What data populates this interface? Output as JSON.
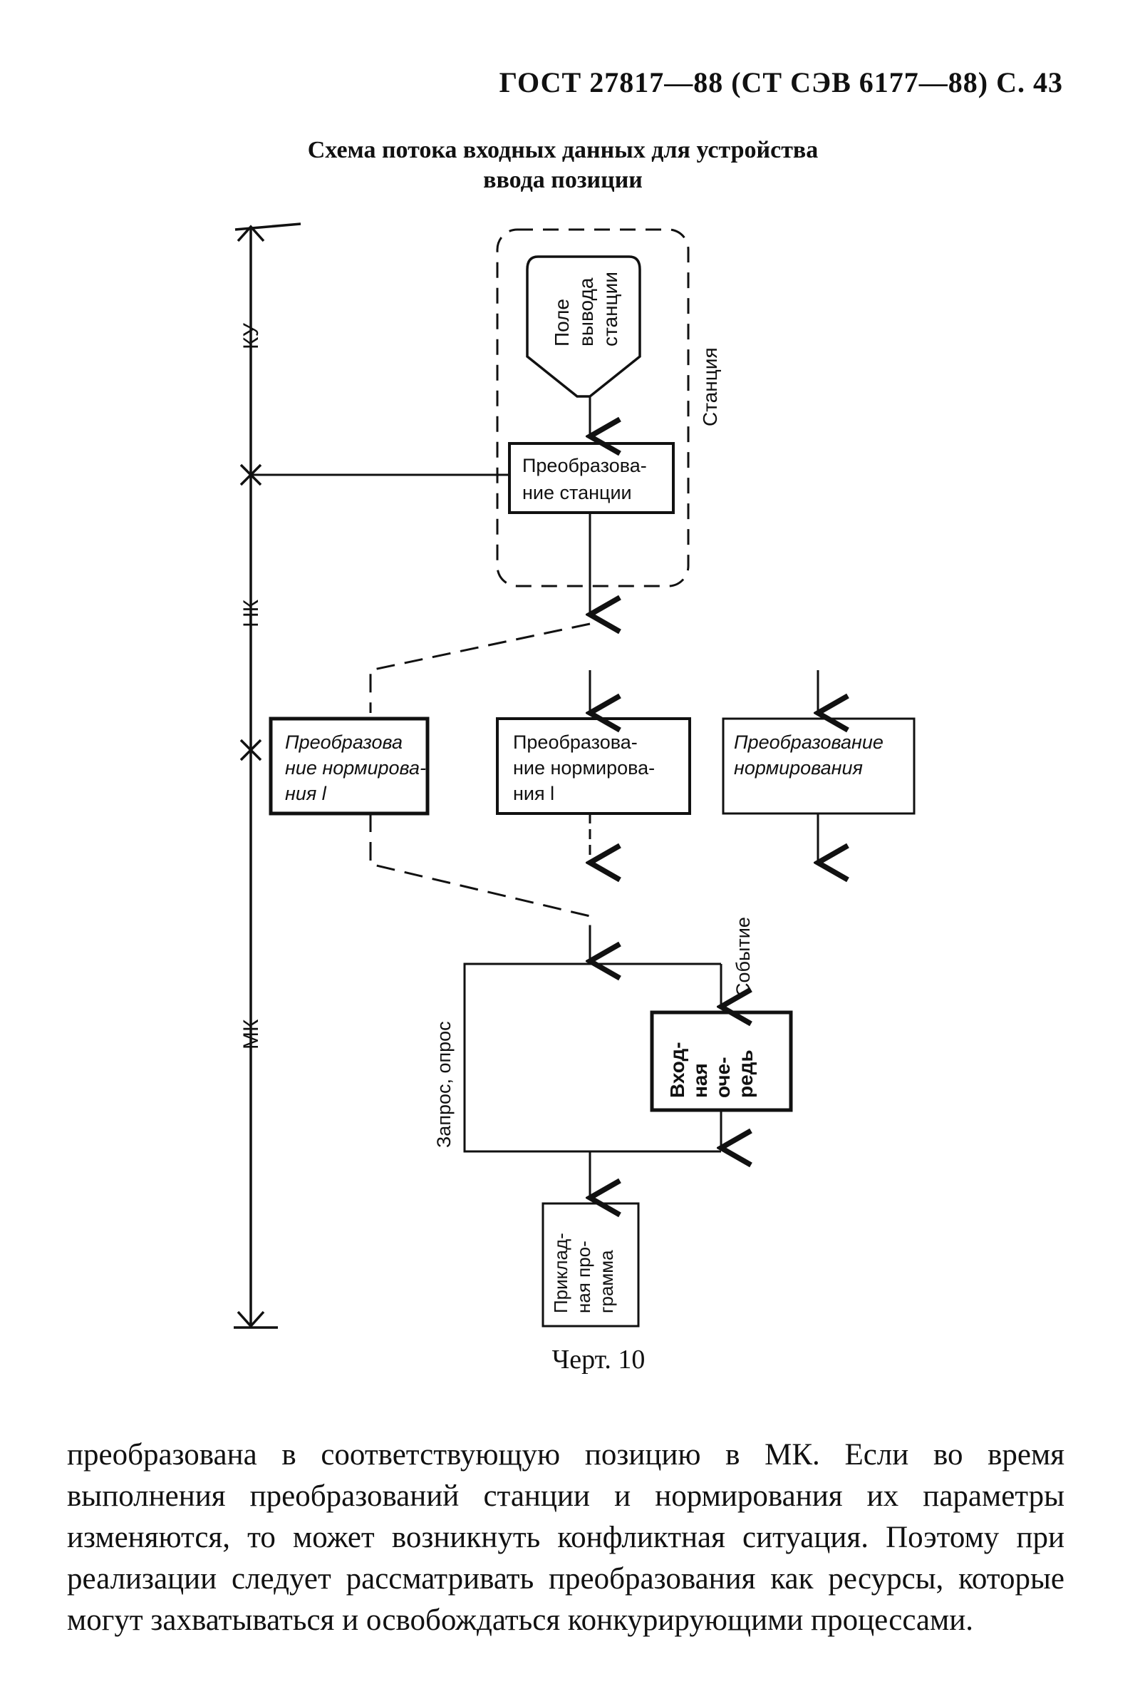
{
  "header": {
    "running_head": "ГОСТ 27817—88 (СТ СЭВ 6177—88) С. 43"
  },
  "figure": {
    "title_line1": "Схема потока входных данных для устройства",
    "title_line2": "ввода позиции",
    "caption": "Черт. 10",
    "axis_labels": {
      "ku": "КУ",
      "nk": "НК",
      "mk": "МК"
    },
    "station_group_label": "Станция",
    "source_label": [
      "Поле",
      "вывода",
      "станции"
    ],
    "station_transform": [
      "Преобразова-",
      "ние станции"
    ],
    "norm_transform_1": [
      "Преобразова",
      "ние нормирова-",
      "ния l"
    ],
    "norm_transform_2": [
      "Преобразова-",
      "ние нормирова-",
      "ния l"
    ],
    "norm_transform_3": [
      "Преобразование",
      "нормирования"
    ],
    "request_label": "Запрос, опрос",
    "event_label": "Событие",
    "input_queue": [
      "Вход-",
      "ная",
      "оче-",
      "редь"
    ],
    "application": [
      "Приклад-",
      "ная про-",
      "грамма"
    ]
  },
  "body": {
    "paragraph": "преобразована в соответствующую позицию в МК. Если во время выполнения преобразований станции и нормирования их параметры изменяются, то может возникнуть конфликтная ситуация. Поэтому при реализации следует рассматривать преобразования как ресурсы, которые могут захватываться и освобождаться конкурирующими процессами."
  }
}
